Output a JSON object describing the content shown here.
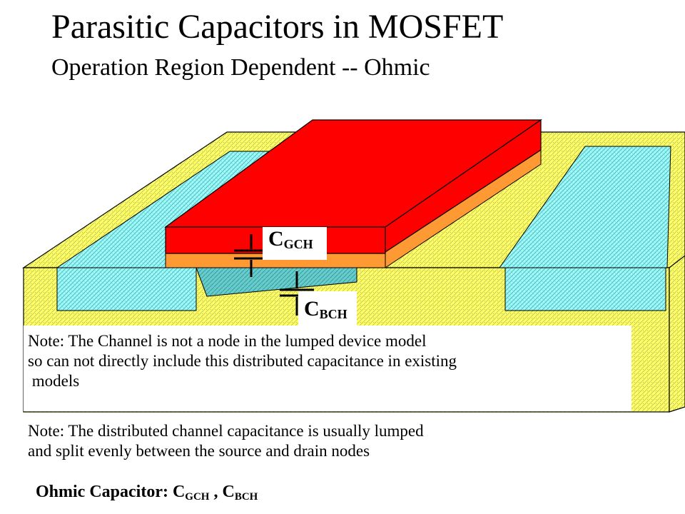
{
  "slide": {
    "title": "Parasitic Capacitors in MOSFET",
    "subtitle": "Operation Region Dependent  -- Ohmic"
  },
  "diagram": {
    "labels": {
      "cgch_main": "C",
      "cgch_sub": "GCH",
      "cbch_main": "C",
      "cbch_sub": "BCH"
    },
    "colors": {
      "gate": "#ff0000",
      "gate_oxide": "#ff9933",
      "diffusion": "#99ffff",
      "substrate": "#ffff66",
      "channel": "#66cccc"
    }
  },
  "notes": {
    "note1": [
      "Note:  The Channel is not a node in the lumped device model",
      "so can not directly include this distributed capacitance in existing",
      " models"
    ],
    "note2": [
      "Note:  The distributed channel capacitance is usually lumped",
      "and split evenly between the source and drain nodes"
    ]
  },
  "summary": {
    "prefix": "Ohmic Capacitor: C",
    "sub1": "GCH",
    "mid": " , C",
    "sub2": "BCH"
  }
}
